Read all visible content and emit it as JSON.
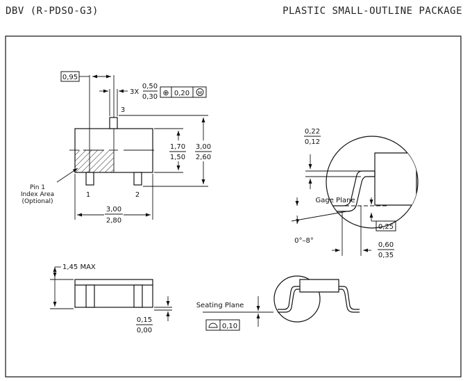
{
  "header": {
    "package_code": "DBV (R-PDSO-G3)",
    "package_type": "PLASTIC SMALL-OUTLINE PACKAGE"
  },
  "top_view": {
    "pitch": "0,95",
    "lead_count_prefix": "3X",
    "lead_width_max": "0,50",
    "lead_width_min": "0,30",
    "tolerance_value": "0,20",
    "tolerance_symbol": "⊕",
    "tolerance_modifier": "M",
    "body_width_max": "1,70",
    "body_width_min": "1,50",
    "total_width_max": "3,00",
    "total_width_min": "2,60",
    "body_length_max": "3,00",
    "body_length_min": "2,80",
    "pin_labels": [
      "1",
      "2",
      "3"
    ],
    "pin1_note": [
      "Pin 1",
      "Index Area",
      "(Optional)"
    ]
  },
  "detail_view": {
    "lead_thickness_max": "0,22",
    "lead_thickness_min": "0,12",
    "gage_plane_label": "Gage Plane",
    "gage_plane_value": "0,25",
    "angle_range": "0°–8°",
    "foot_length_max": "0,60",
    "foot_length_min": "0,35"
  },
  "side_view": {
    "height_max": "1,45 MAX",
    "standoff_max": "0,15",
    "standoff_min": "0,00",
    "seating_plane_label": "Seating Plane",
    "coplanarity_value": "0,10"
  }
}
